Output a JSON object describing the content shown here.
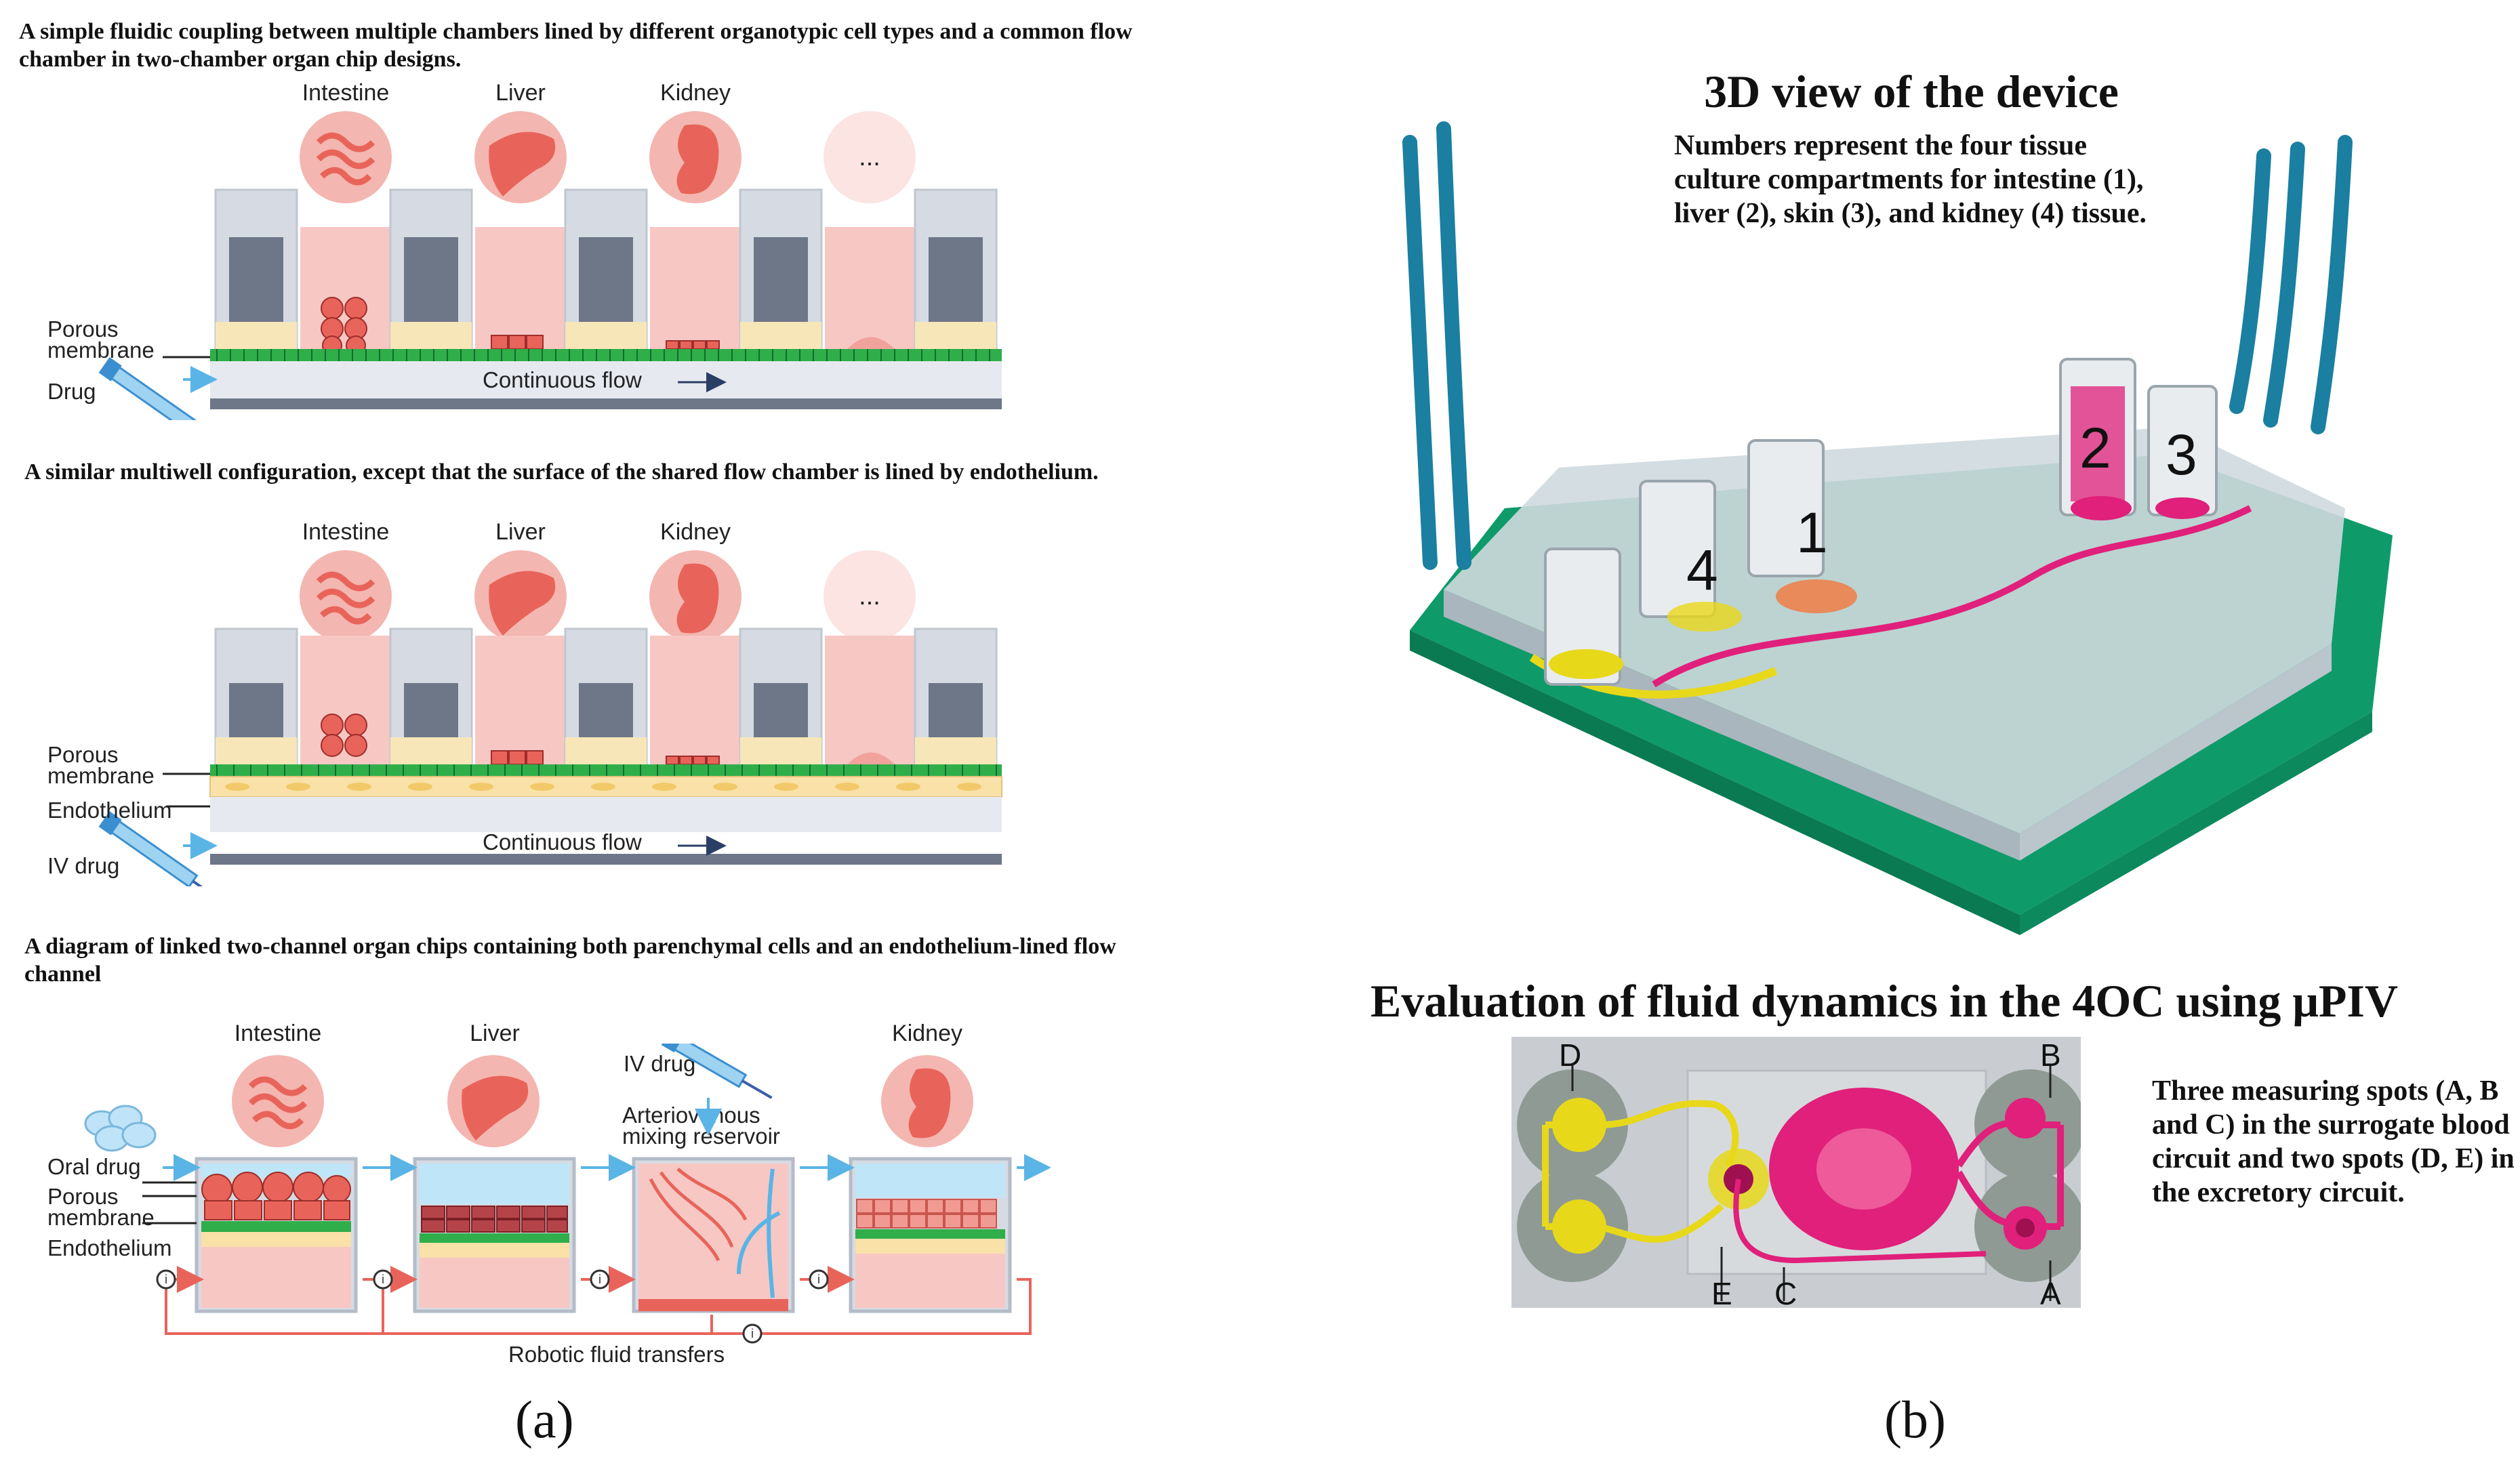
{
  "panel_a": {
    "section1": {
      "title": "A simple fluidic coupling between multiple chambers lined by different organotypic cell types and a common flow chamber in two-chamber organ chip designs.",
      "organs": [
        "Intestine",
        "Liver",
        "Kidney",
        "..."
      ],
      "porous_membrane": "Porous membrane",
      "drug": "Drug",
      "flow": "Continuous flow"
    },
    "section2": {
      "title": "A similar multiwell configuration, except that the surface of the shared flow chamber is lined by endothelium.",
      "organs": [
        "Intestine",
        "Liver",
        "Kidney",
        "..."
      ],
      "porous_membrane": "Porous membrane",
      "endothelium": "Endothelium",
      "drug": "IV drug",
      "flow": "Continuous flow"
    },
    "section3": {
      "title": "A diagram of linked two-channel organ chips containing both parenchymal cells and an endothelium-lined flow channel",
      "organs": [
        "Intestine",
        "Liver",
        "Kidney"
      ],
      "iv_drug": "IV drug",
      "reservoir": "Arteriovenous mixing reservoir",
      "oral_drug": "Oral drug",
      "porous_membrane": "Porous membrane",
      "endothelium": "Endothelium",
      "transfers": "Robotic fluid transfers",
      "pump_symbol": "i"
    },
    "letter": "(a)"
  },
  "panel_b": {
    "title": "3D view of the device",
    "note": "Numbers represent the four tissue culture compartments for intestine (1), liver (2), skin (3), and kidney (4) tissue.",
    "compartments": [
      "1",
      "2",
      "3",
      "4"
    ],
    "piv_title": "Evaluation of fluid dynamics in the 4OC using μPIV",
    "spots": [
      "A",
      "B",
      "C",
      "D",
      "E"
    ],
    "piv_note": "Three measuring spots (A, B and C) in the surrogate blood circuit and two spots (D, E) in the excretory circuit.",
    "letter": "(b)"
  },
  "colors": {
    "organ_pink": "#f4b6b0",
    "organ_red": "#e8645a",
    "chamber_gray": "#6e7788",
    "membrane_green": "#2fae4a",
    "flow_blue": "#5ab4e6",
    "device_green": "#0f9a6a",
    "magenta": "#e0207a",
    "yellow": "#e8d81a"
  }
}
